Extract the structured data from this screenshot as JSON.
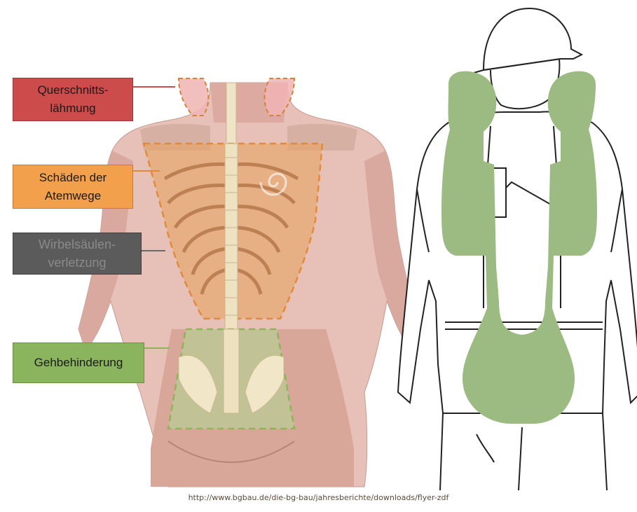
{
  "labels": {
    "paralysis": "Querschnitts-\nlähmung",
    "respiratory": "Schäden der\nAtemwege",
    "spine": "Wirbelsäulen-\nverletzung",
    "walking": "Gehbehinderung"
  },
  "colors": {
    "paralysis": "#cc4b4b",
    "respiratory": "#f3a04c",
    "spine": "#5b5b5b",
    "walking": "#8bb45f",
    "harness_zone": "#9cbb82"
  },
  "source": "http://www.bgbau.de/die-bg-bau/jahresberichte/downloads/flyer-zdf"
}
